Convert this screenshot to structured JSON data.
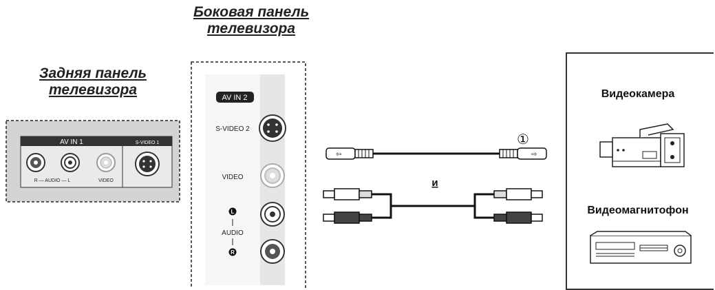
{
  "side_panel": {
    "title_line1": "Боковая панель",
    "title_line2": "телевизора",
    "av_in": "AV IN 2",
    "svideo_label": "S-VIDEO 2",
    "video_label": "VIDEO",
    "audio_label": "AUDIO",
    "left_marker": "L",
    "right_marker": "R"
  },
  "rear_panel": {
    "title_line1": "Задняя панель",
    "title_line2": "телевизора",
    "av_in": "AV IN 1",
    "svideo_label": "S-VIDEO 1",
    "audio_label": "R — AUDIO — L",
    "video_label": "VIDEO"
  },
  "cables": {
    "step_marker": "①",
    "and_label": "и"
  },
  "devices": {
    "camcorder_label": "Видеокамера",
    "vcr_label": "Видеомагнитофон"
  }
}
